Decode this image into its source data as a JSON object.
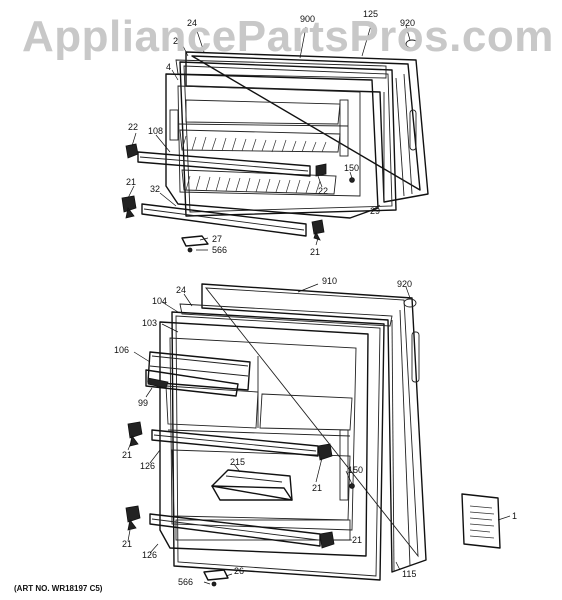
{
  "watermark": "AppliancePartsPros.com",
  "art_number": "(ART NO. WR18197 C5)",
  "labels": {
    "top": [
      "24",
      "900",
      "125",
      "920",
      "2",
      "4",
      "22",
      "108",
      "150",
      "22",
      "21",
      "32",
      "29",
      "27",
      "566",
      "21"
    ],
    "bottom": [
      "910",
      "920",
      "24",
      "104",
      "103",
      "106",
      "99",
      "21",
      "126",
      "215",
      "150",
      "21",
      "21",
      "126",
      "21",
      "1",
      "115",
      "566",
      "26"
    ]
  }
}
